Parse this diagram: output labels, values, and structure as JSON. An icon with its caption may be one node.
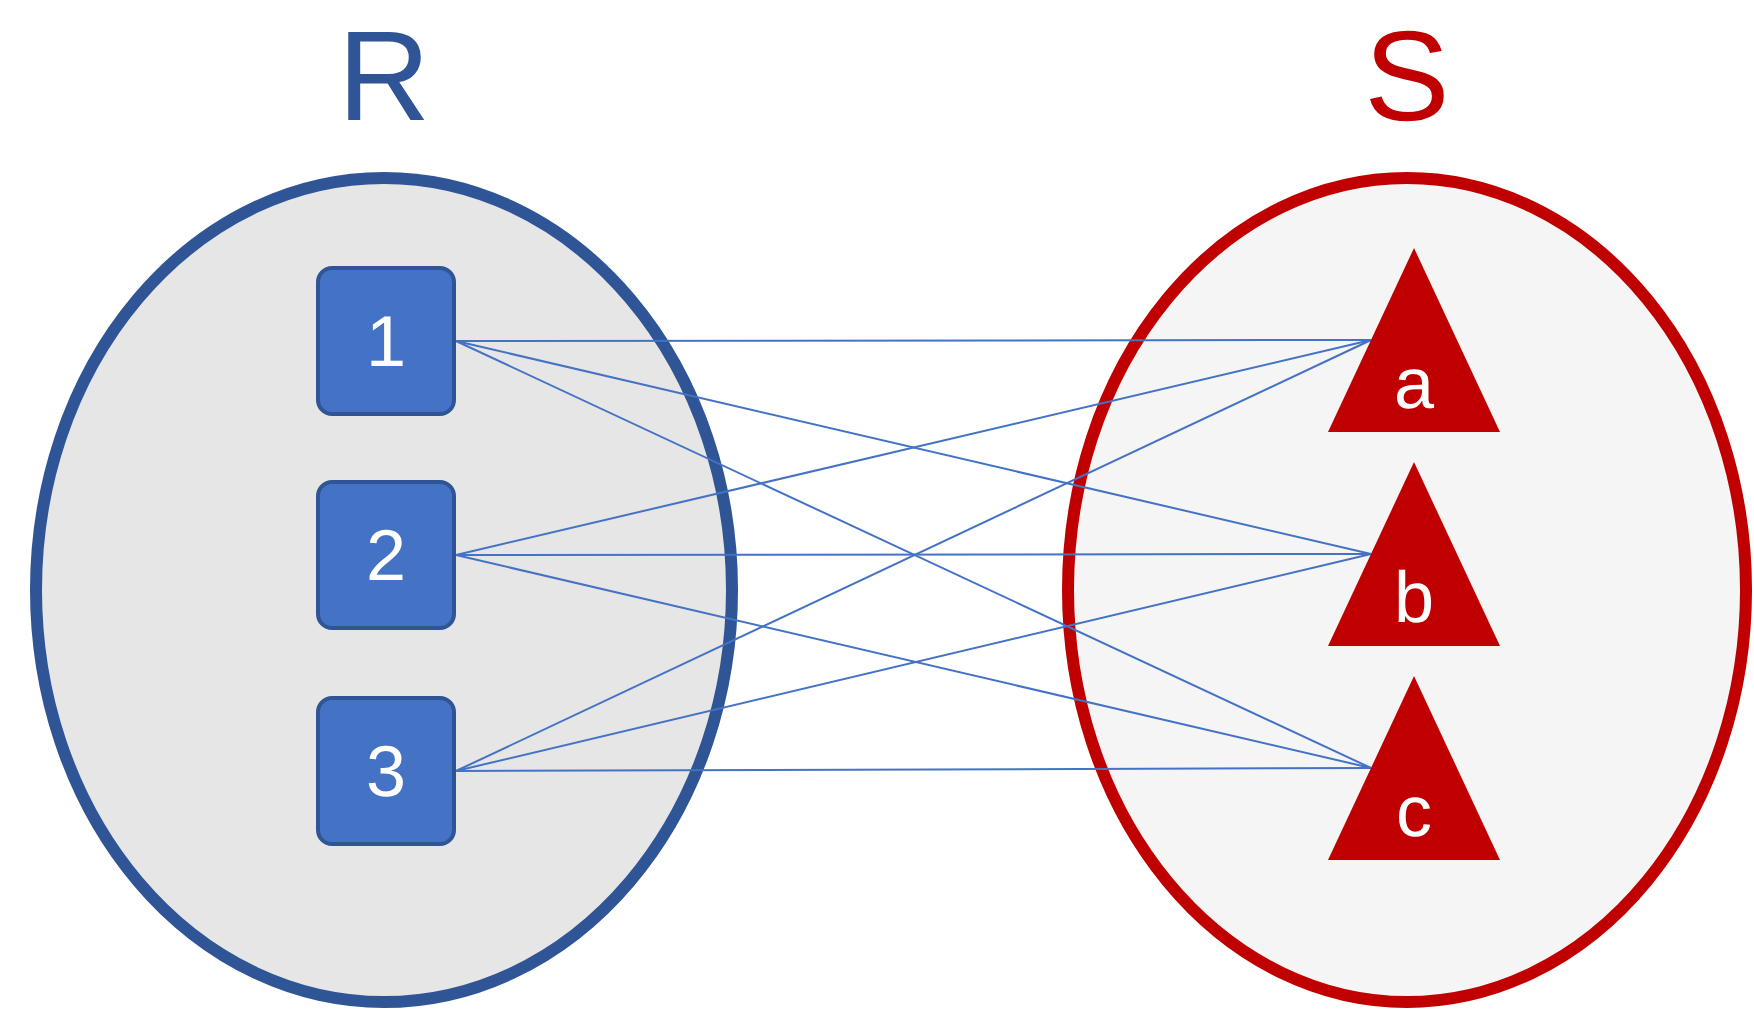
{
  "diagram": {
    "nodes": [
      {
        "text": [
          "R"
        ]
      },
      {
        "text": [
          "1"
        ],
        "in": 0
      },
      {
        "text": [
          "2"
        ],
        "in": 0
      },
      {
        "text": [
          "3"
        ],
        "in": 0
      },
      {
        "text": [
          "S"
        ]
      },
      {
        "text": [
          "a"
        ],
        "in": 4
      },
      {
        "text": [
          "b"
        ],
        "in": 4
      },
      {
        "text": [
          "c"
        ],
        "in": 4
      }
    ],
    "edges": [
      {
        "from": 1,
        "to": 5,
        "arrow": "none"
      },
      {
        "from": 1,
        "to": 6,
        "arrow": "none"
      },
      {
        "from": 1,
        "to": 7,
        "arrow": "none"
      },
      {
        "from": 2,
        "to": 5,
        "arrow": "none"
      },
      {
        "from": 2,
        "to": 6,
        "arrow": "none"
      },
      {
        "from": 2,
        "to": 7,
        "arrow": "none"
      },
      {
        "from": 3,
        "to": 5,
        "arrow": "none"
      },
      {
        "from": 3,
        "to": 6,
        "arrow": "none"
      },
      {
        "from": 3,
        "to": 7,
        "arrow": "none"
      }
    ]
  }
}
